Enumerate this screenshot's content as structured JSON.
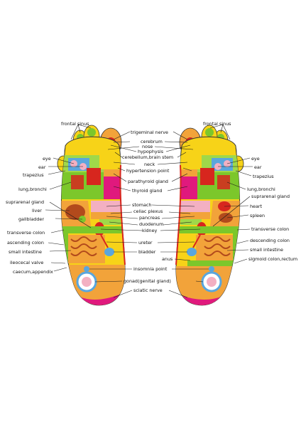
{
  "labels": {
    "frontal_sinus": "frontal sinus",
    "trigeminal_nerve": "trigeminal nerve",
    "cerebrum": "cerebrum",
    "nose": "nose",
    "hypophysis": "hypophysis",
    "cerebellum_brain_stem": "cerebellum,brain stem",
    "neck": "neck",
    "hypertension_point": "hypertension point",
    "parathyroid_gland": "parathyroid gland",
    "thyroid_gland": "thyroid gland",
    "eye": "eye",
    "ear": "ear",
    "trapezius": "trapezius",
    "lung_bronchi": "lung,bronchi",
    "suprarenal_gland": "suprarenal gland",
    "liver": "liver",
    "gallbladder": "gallbladder",
    "heart": "heart",
    "spleen": "spleen",
    "stomach": "stomach",
    "celiac_plexus": "celiac plexus",
    "pancreas": "pancreas",
    "duodenum": "duodenum",
    "kidney": "kidney",
    "transverse_colon": "transverse colon",
    "ascending_colon": "ascending colon",
    "descending_colon": "descending colon",
    "small_intestine": "small intestine",
    "ureter": "ureter",
    "bladder": "bladder",
    "anus": "anus",
    "sigmoid_colon_rectum": "sigmoid colon,rectum",
    "ileocecal_valve": "ileocecal valve",
    "caecum_appendix": "caecum,appendix",
    "insomnia_point": "insomnia point",
    "gonad": "gonad(genital gland)",
    "sciatic_nerve": "sciatic nerve"
  },
  "colors": {
    "foot_yellow": "#f7d318",
    "foot_orange": "#f2a33a",
    "green": "#7cc72b",
    "magenta": "#e0197d",
    "red": "#d7261e",
    "pink": "#f3b0c2",
    "blue": "#5aa6dd",
    "outline": "#333333",
    "line": "#1a1a1a"
  }
}
